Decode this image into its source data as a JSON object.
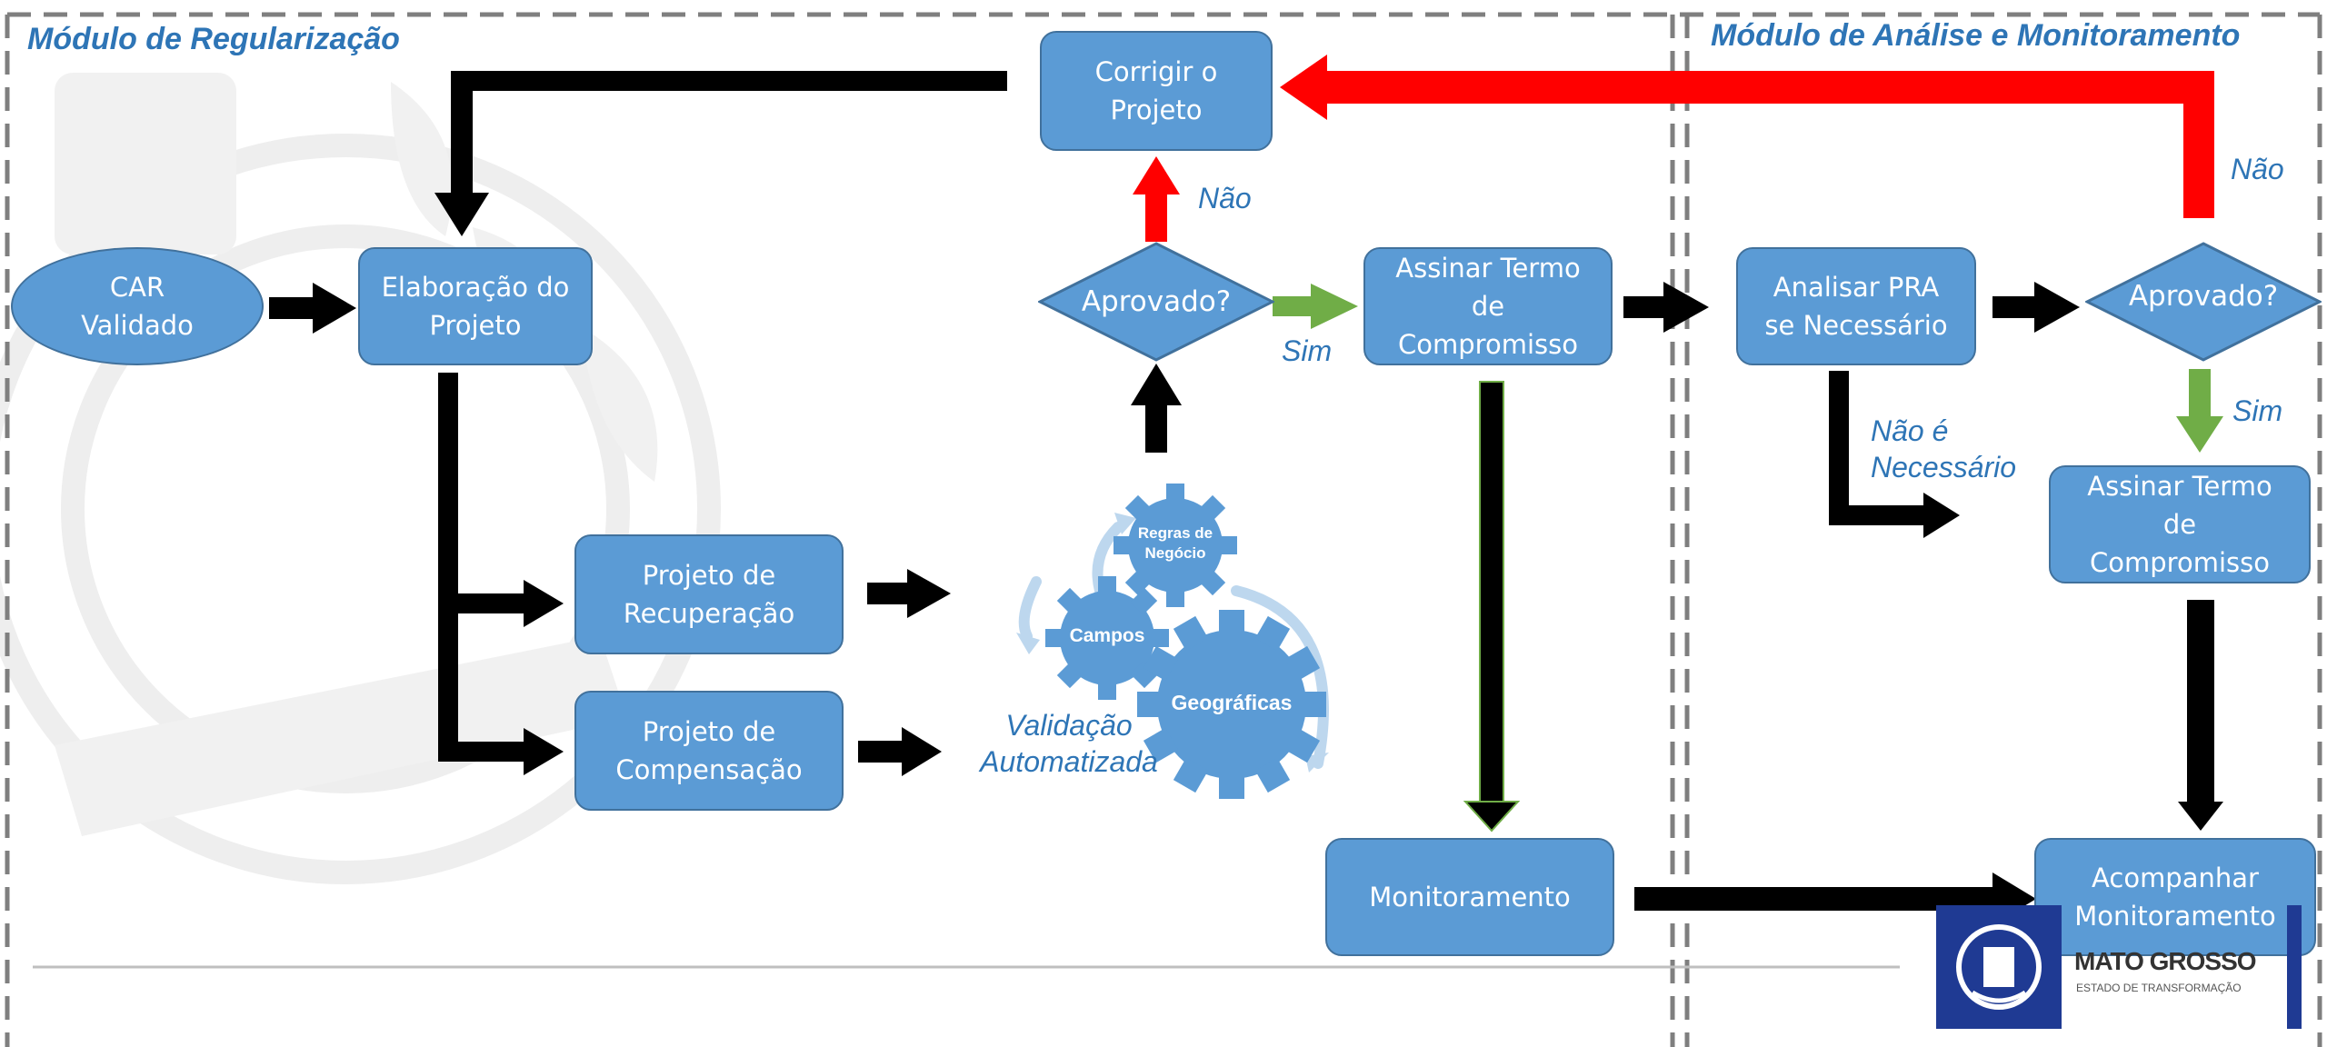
{
  "modules": {
    "regularizacao_title": "Módulo de Regularização",
    "analise_title": "Módulo de Análise e Monitoramento"
  },
  "nodes": {
    "car_validado": "CAR\nValidado",
    "elaboracao": "Elaboração do\nProjeto",
    "recuperacao": "Projeto de\nRecuperação",
    "compensacao": "Projeto de\nCompensação",
    "corrigir": "Corrigir o\nProjeto",
    "aprovado_1": "Aprovado?",
    "assinar_1": "Assinar Termo\nde\nCompromisso",
    "monitoramento": "Monitoramento",
    "analisar_pra": "Analisar PRA\nse Necessário",
    "aprovado_2": "Aprovado?",
    "assinar_2": "Assinar Termo\nde\nCompromisso",
    "acompanhar": "Acompanhar\nMonitoramento"
  },
  "edge_labels": {
    "nao_1": "Não",
    "sim_1": "Sim",
    "nao_2": "Não",
    "sim_2": "Sim",
    "nao_necessario": "Não é\nNecessário"
  },
  "validation": {
    "gear_regras": "Regras de\nNegócio",
    "gear_campos": "Campos",
    "gear_geograficas": "Geográficas",
    "label": "Validação\nAutomatizada"
  },
  "logo": {
    "title": "MATO GROSSO",
    "subtitle": "ESTADO DE TRANSFORMAÇÃO"
  },
  "colors": {
    "node_fill": "#5b9bd5",
    "node_border": "#41719c",
    "label_text": "#2e75b6",
    "arrow_black": "#000000",
    "arrow_red": "#ff0000",
    "arrow_green": "#70ad47",
    "gear_fill": "#5b9bd5",
    "cycle_arrow": "#bdd7ee"
  }
}
